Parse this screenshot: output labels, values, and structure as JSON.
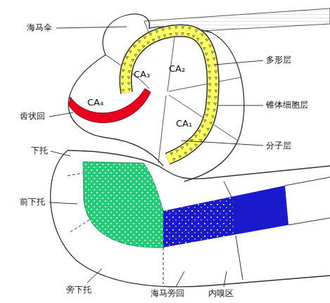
{
  "diagram": {
    "labels": [
      "海马伞",
      "多形层",
      "CA₃",
      "CA₂",
      "CA₄",
      "CA₁",
      "锥体细胞层",
      "齿状回",
      "分子层",
      "下托",
      "前下托",
      "旁下托",
      "海马旁回",
      "内嗅区"
    ]
  }
}
